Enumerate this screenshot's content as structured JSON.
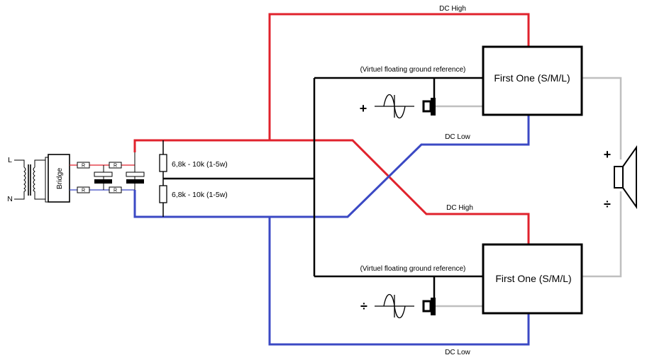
{
  "diagram": {
    "mains": {
      "line_label": "L",
      "neutral_label": "N"
    },
    "bridge_label": "Bridge",
    "resistor_small_label": "R",
    "divider_resistor_label": "6,8k - 10k (1-5w)",
    "amp_top": {
      "label": "First One (S/M/L)",
      "dc_high": "DC High",
      "dc_low": "DC Low",
      "ground_ref": "(Virtuel floating ground reference)",
      "input_sign": "+"
    },
    "amp_bottom": {
      "label": "First One (S/M/L)",
      "dc_high": "DC High",
      "dc_low": "DC Low",
      "ground_ref": "(Virtuel floating ground reference)",
      "input_sign": "÷"
    },
    "speaker": {
      "plus": "+",
      "minus": "÷"
    },
    "colors": {
      "positive": "#e0222c",
      "negative": "#3b49c4",
      "ground": "#000000",
      "signal": "#bfbfbf"
    }
  }
}
